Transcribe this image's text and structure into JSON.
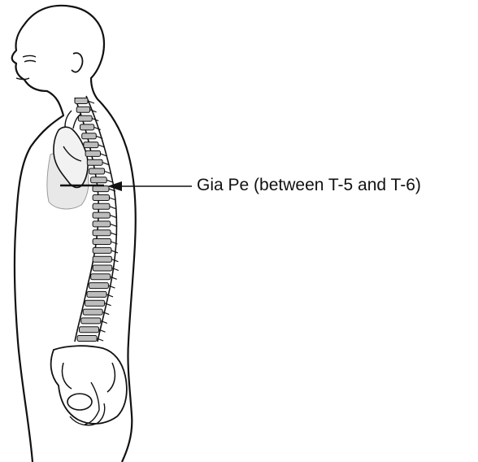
{
  "callout": {
    "label": "Gia Pe (between T-5 and T-6)"
  },
  "colors": {
    "outline": "#111111",
    "fill_light": "#e8e8e8",
    "vertebra_fill": "#bdbdbd",
    "background": "#ffffff"
  },
  "icons": {
    "figure": "human-body-side-view",
    "organ": "heart",
    "spine": "spinal-column",
    "pelvis": "pelvis",
    "pointer": "arrow-left"
  }
}
